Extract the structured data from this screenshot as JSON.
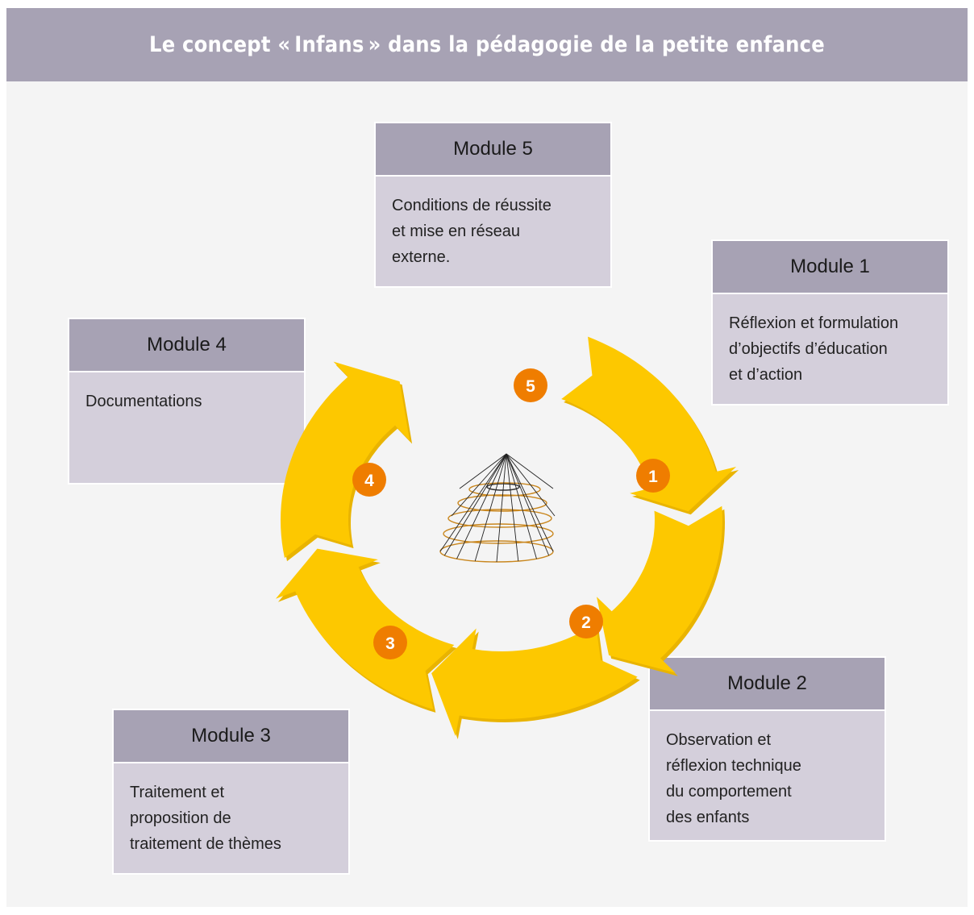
{
  "title": "Le concept « Infans » dans la pédagogie de la petite enfance",
  "modules": [
    {
      "id": 1,
      "label": "Module 1",
      "text": "Réflexion et formulation\nd’objectifs d’éducation\net d’action"
    },
    {
      "id": 2,
      "label": "Module 2",
      "text": "Observation et\nréflexion technique\ndu comportement\ndes enfants"
    },
    {
      "id": 3,
      "label": "Module 3",
      "text": "Traitement et\nproposition de\ntraitement de thèmes"
    },
    {
      "id": 4,
      "label": "Module 4",
      "text": "Documentations"
    },
    {
      "id": 5,
      "label": "Module 5",
      "text": "Conditions de réussite\net mise en réseau\nexterne."
    }
  ],
  "cycle_numbers": [
    "1",
    "2",
    "3",
    "4",
    "5"
  ],
  "colors": {
    "banner": "#a7a2b4",
    "module_header": "#a7a2b4",
    "module_body": "#d4cfdb",
    "arrow_fill": "#fdc800",
    "arrow_shadow": "#e9b400",
    "badge": "#ef7d00",
    "spiral": "#c9871f"
  }
}
